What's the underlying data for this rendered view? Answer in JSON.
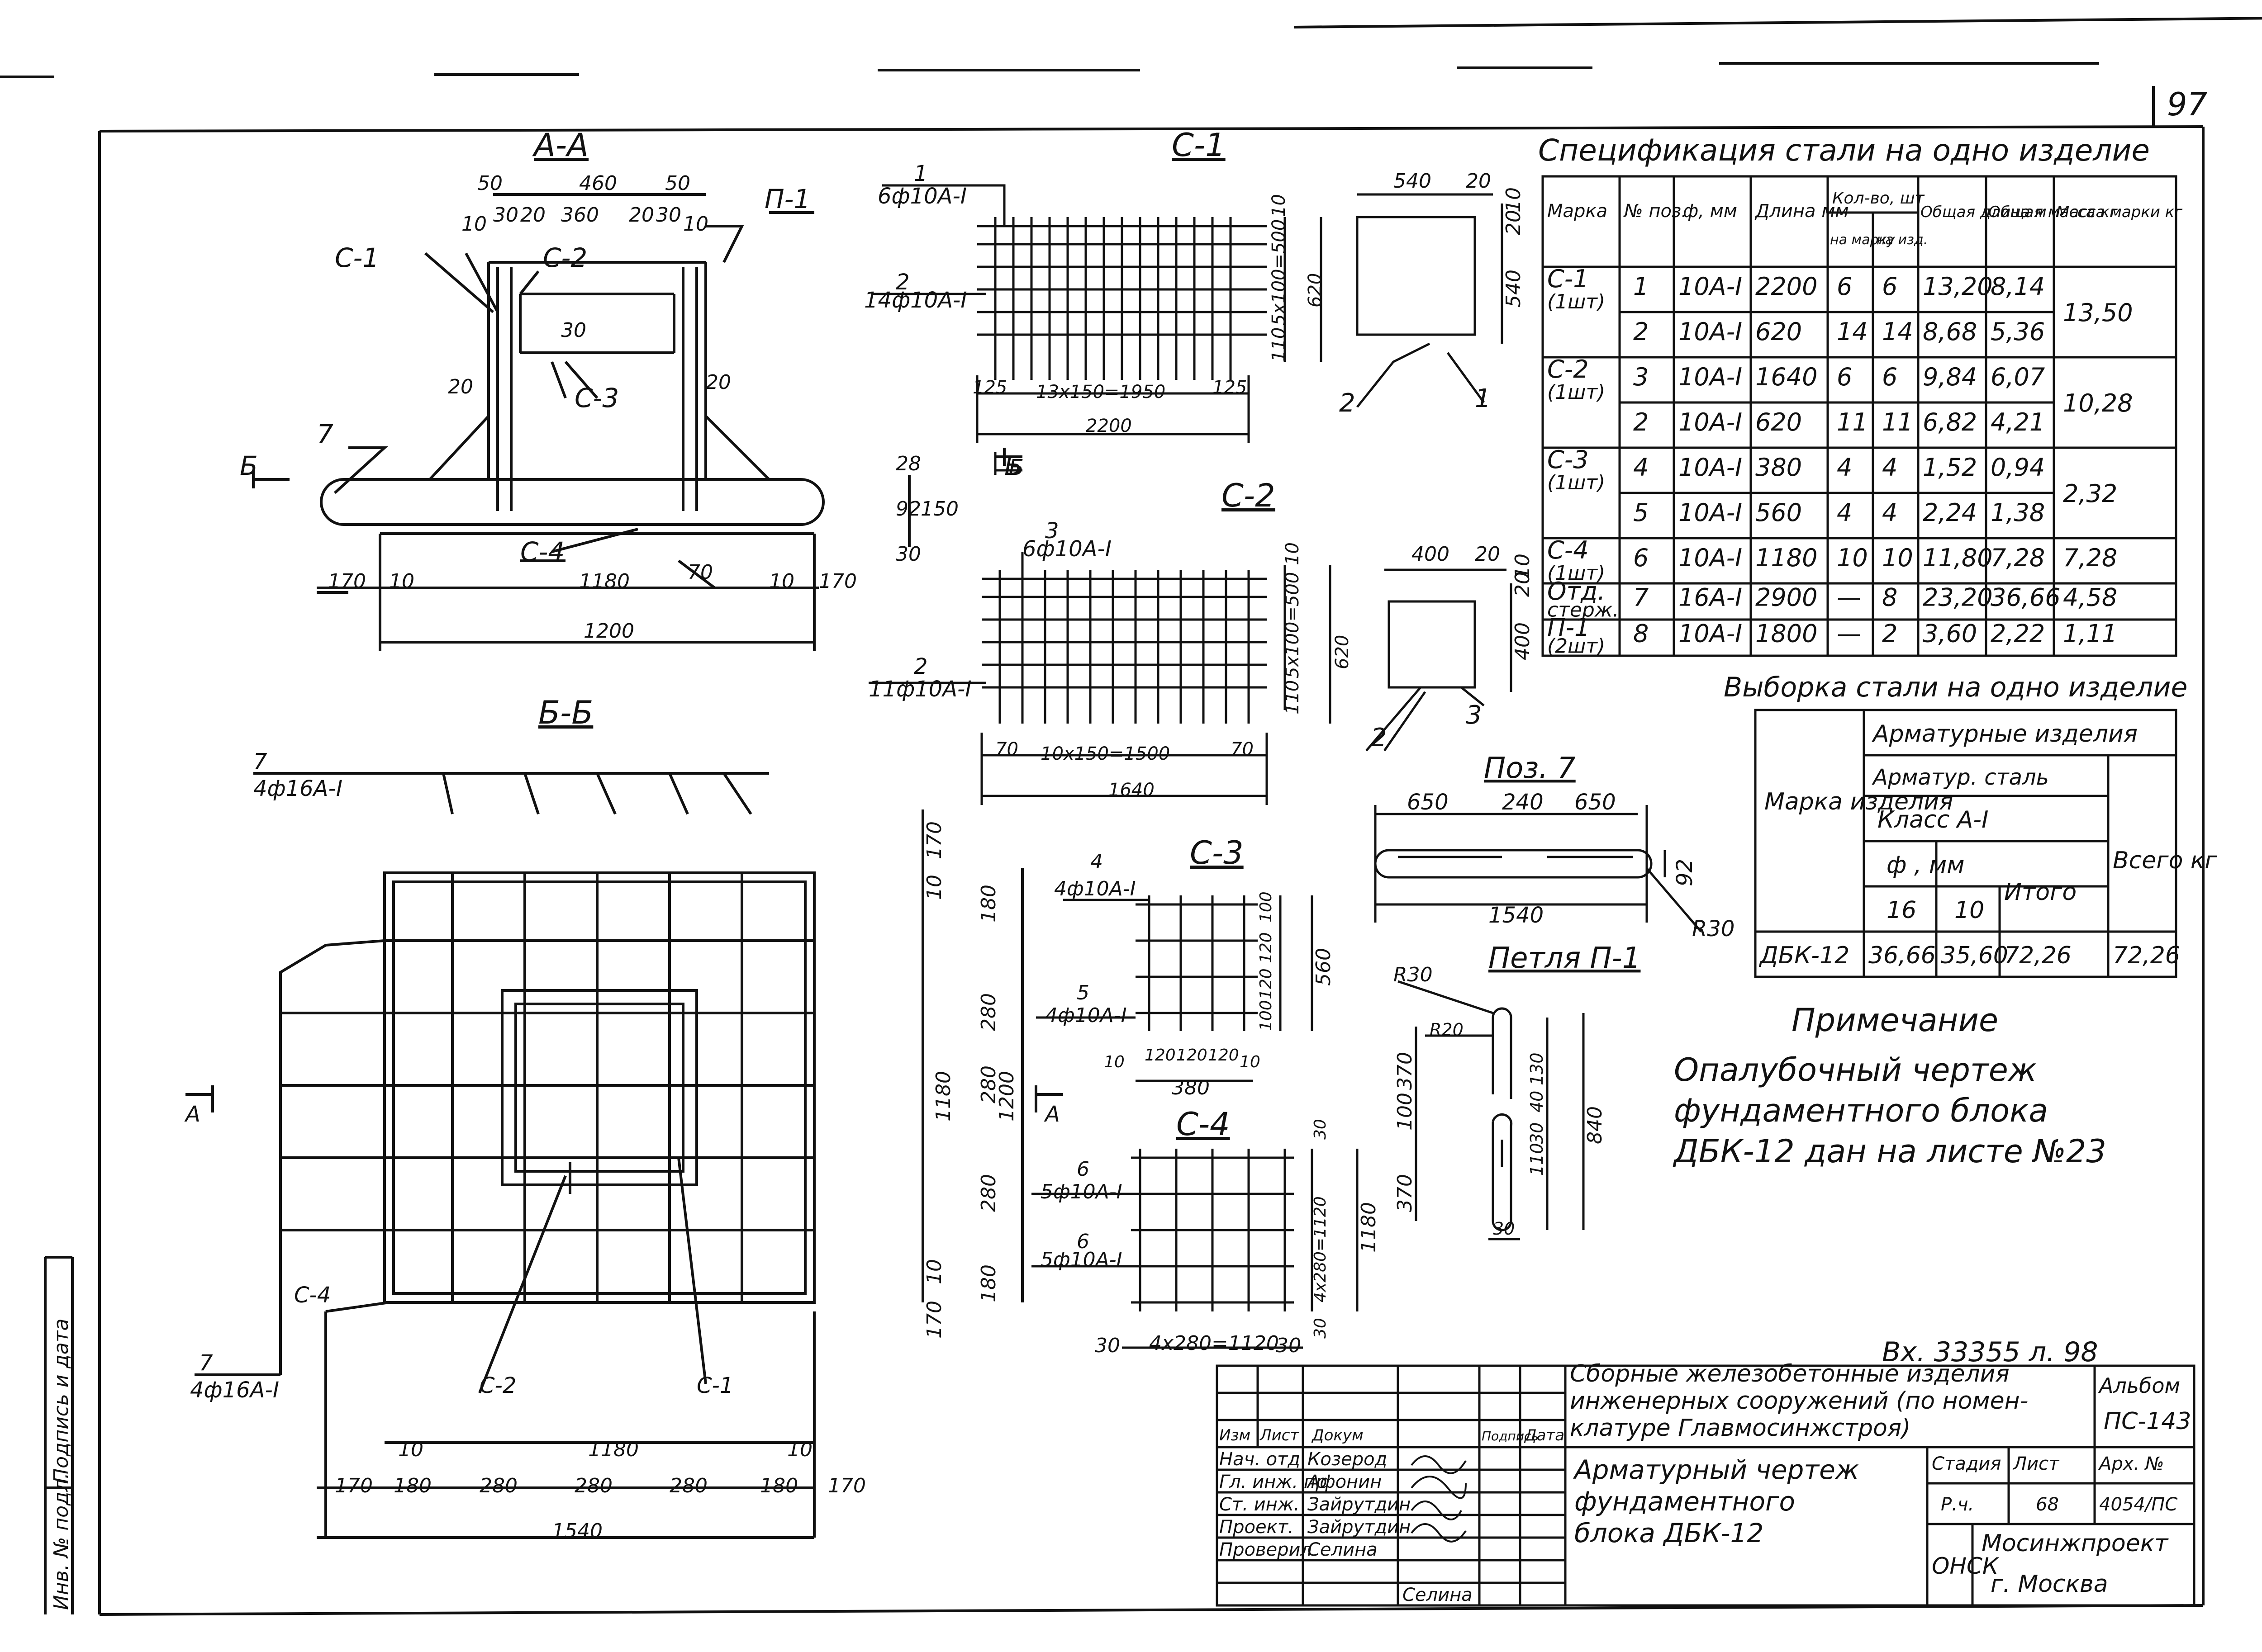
{
  "sheet_number": "97",
  "sections": {
    "aa": {
      "title": "A-A",
      "dims_top": [
        "50",
        "460",
        "50"
      ],
      "dims_row2": [
        "10",
        "30",
        "20",
        "360",
        "20",
        "30",
        "10"
      ],
      "labels": [
        "С-1",
        "С-2",
        "С-3",
        "С-4",
        "П-1",
        "7",
        "Б",
        "Б"
      ],
      "small_dims": [
        "30",
        "20",
        "20",
        "28",
        "92",
        "150",
        "30",
        "70"
      ],
      "dims_bottom": [
        "170",
        "10",
        "1180",
        "10",
        "170"
      ],
      "overall": "1200"
    },
    "bb": {
      "title": "Б-Б",
      "rebar_label_top_num": "7",
      "rebar_label_top": "4ф16А-I",
      "rebar_label_bot_num": "7",
      "rebar_label_bot": "4ф16А-I",
      "labels": [
        "С-4",
        "С-2",
        "С-1",
        "А",
        "А"
      ],
      "dims_right": [
        "170",
        "10",
        "180",
        "280",
        "280",
        "280",
        "180",
        "10",
        "170"
      ],
      "dim_1180": "1180",
      "dim_1200": "1200",
      "dims_bottom_top": [
        "10",
        "1180",
        "10"
      ],
      "dims_bottom": [
        "170",
        "180",
        "280",
        "280",
        "280",
        "180",
        "170"
      ],
      "overall": "1540"
    }
  },
  "c1": {
    "title": "С-1",
    "pos1_num": "1",
    "pos1": "6ф10А-I",
    "pos2_num": "2",
    "pos2": "14ф10А-I",
    "dims_right": [
      "10",
      "5х100=500",
      "110",
      "620"
    ],
    "dims_bottom": [
      "125",
      "13х150=1950",
      "125"
    ],
    "overall": "2200",
    "section_label": "Б"
  },
  "c1_section": {
    "dims_top": [
      "540",
      "20"
    ],
    "dims_right": [
      "20",
      "540",
      "10"
    ],
    "markers": [
      "2",
      "1"
    ]
  },
  "c2": {
    "title": "С-2",
    "pos3_num": "3",
    "pos3": "6ф10А-I",
    "pos2_num": "2",
    "pos2": "11ф10А-I",
    "dims_right": [
      "10",
      "5х100=500",
      "110",
      "620"
    ],
    "dims_bottom": [
      "70",
      "10х150=1500",
      "70"
    ],
    "overall": "1640"
  },
  "c2_section": {
    "dims_top": [
      "400",
      "20"
    ],
    "dims_right": [
      "20",
      "400",
      "10"
    ],
    "markers": [
      "2",
      "3"
    ]
  },
  "c3": {
    "title": "С-3",
    "pos4_num": "4",
    "pos4": "4ф10А-I",
    "pos5_num": "5",
    "pos5": "4ф10А-I",
    "dims_right": [
      "100",
      "120",
      "120",
      "100",
      "560"
    ],
    "dims_bottom": [
      "10",
      "120",
      "120",
      "120",
      "10"
    ],
    "overall": "380"
  },
  "c4": {
    "title": "С-4",
    "pos6a_num": "6",
    "pos6a": "5ф10А-I",
    "pos6b_num": "6",
    "pos6b": "5ф10А-I",
    "dims_right": [
      "30",
      "4х280=1120",
      "30"
    ],
    "dim_1180": "1180",
    "dims_bottom": [
      "30",
      "4х280=1120",
      "30"
    ]
  },
  "pos7": {
    "title": "Поз. 7",
    "dims_top": [
      "650",
      "240",
      "650"
    ],
    "dim_92": "92",
    "overall": "1540",
    "radius": "R30"
  },
  "loop": {
    "title": "Петля П-1",
    "r30": "R30",
    "r20": "R20",
    "dims_left": [
      "370",
      "100",
      "370"
    ],
    "dims_right": [
      "130",
      "40",
      "30",
      "110",
      "840"
    ],
    "dim_bottom": "30"
  },
  "spec_table": {
    "title": "Спецификация стали на одно изделие",
    "headers": [
      "Марка",
      "№ поз.",
      "ф, мм",
      "Длина мм",
      "Кол-во, шт",
      "на марку",
      "на изд.",
      "Общая длина м",
      "Общая масса кг",
      "Масса марки кг"
    ],
    "rows": [
      {
        "mark": "С-1",
        "qty": "(1шт)",
        "pos": "1",
        "d": "10А-I",
        "len": "2200",
        "n1": "6",
        "n2": "6",
        "tl": "13,20",
        "tm": "8,14",
        "mm": "13,50"
      },
      {
        "mark": "",
        "qty": "",
        "pos": "2",
        "d": "10А-I",
        "len": "620",
        "n1": "14",
        "n2": "14",
        "tl": "8,68",
        "tm": "5,36",
        "mm": ""
      },
      {
        "mark": "С-2",
        "qty": "(1шт)",
        "pos": "3",
        "d": "10А-I",
        "len": "1640",
        "n1": "6",
        "n2": "6",
        "tl": "9,84",
        "tm": "6,07",
        "mm": "10,28"
      },
      {
        "mark": "",
        "qty": "",
        "pos": "2",
        "d": "10А-I",
        "len": "620",
        "n1": "11",
        "n2": "11",
        "tl": "6,82",
        "tm": "4,21",
        "mm": ""
      },
      {
        "mark": "С-3",
        "qty": "(1шт)",
        "pos": "4",
        "d": "10А-I",
        "len": "380",
        "n1": "4",
        "n2": "4",
        "tl": "1,52",
        "tm": "0,94",
        "mm": "2,32"
      },
      {
        "mark": "",
        "qty": "",
        "pos": "5",
        "d": "10А-I",
        "len": "560",
        "n1": "4",
        "n2": "4",
        "tl": "2,24",
        "tm": "1,38",
        "mm": ""
      },
      {
        "mark": "С-4",
        "qty": "(1шт)",
        "pos": "6",
        "d": "10А-I",
        "len": "1180",
        "n1": "10",
        "n2": "10",
        "tl": "11,80",
        "tm": "7,28",
        "mm": "7,28"
      },
      {
        "mark": "Отд.",
        "qty": "стерж.",
        "pos": "7",
        "d": "16А-I",
        "len": "2900",
        "n1": "—",
        "n2": "8",
        "tl": "23,20",
        "tm": "36,66",
        "mm": "4,58"
      },
      {
        "mark": "П-1",
        "qty": "(2шт)",
        "pos": "8",
        "d": "10А-I",
        "len": "1800",
        "n1": "—",
        "n2": "2",
        "tl": "3,60",
        "tm": "2,22",
        "mm": "1,11"
      }
    ]
  },
  "selection_table": {
    "title": "Выборка стали на одно изделие",
    "h_mark": "Марка изделия",
    "h_items": "Арматурные изделия",
    "h_steel": "Арматур. сталь",
    "h_class": "Класс А-I",
    "h_dia": "ф , мм",
    "h_total": "Итого",
    "h_all": "Всего кг",
    "d16": "16",
    "d10": "10",
    "row": {
      "mark": "ДБК-12",
      "v16": "36,66",
      "v10": "35,60",
      "total": "72,26",
      "all": "72,26"
    }
  },
  "note": {
    "title": "Примечание",
    "lines": [
      "Опалубочный чертеж",
      "фундаментного блока",
      "ДБК-12 дан на листе №23"
    ]
  },
  "stamp_ref": "Вх. 33355 л. 98",
  "title_block": {
    "project": [
      "Сборные железобетонные изделия",
      "инженерных сооружений (по номен-",
      "клатуре Главмосинжстроя)"
    ],
    "album_label": "Альбом",
    "album": "ПС-143",
    "sheet_title": [
      "Арматурный чертеж",
      "фундаментного",
      "блока ДБК-12"
    ],
    "col_heads": [
      "Изм",
      "Лист",
      "Докум",
      "Подпись",
      "Дата"
    ],
    "stage_label": "Стадия",
    "sheet_label": "Лист",
    "arch_label": "Арх. №",
    "stage": "Р.ч.",
    "sheet": "68",
    "arch": "4054/ПС",
    "dept": "ОНСК",
    "org": [
      "Мосинжпроект",
      "г. Москва"
    ],
    "staff": [
      {
        "role": "Нач. отд",
        "name": "Козерод"
      },
      {
        "role": "Гл. инж. пр",
        "name": "Афонин"
      },
      {
        "role": "Ст. инж.",
        "name": "Зайрутдин"
      },
      {
        "role": "Проект.",
        "name": "Зайрутдин"
      },
      {
        "role": "Проверил",
        "name": "Селина"
      }
    ],
    "signature_last": "Селина"
  },
  "side_labels": [
    "Подпись и дата",
    "Инв. № подл."
  ]
}
